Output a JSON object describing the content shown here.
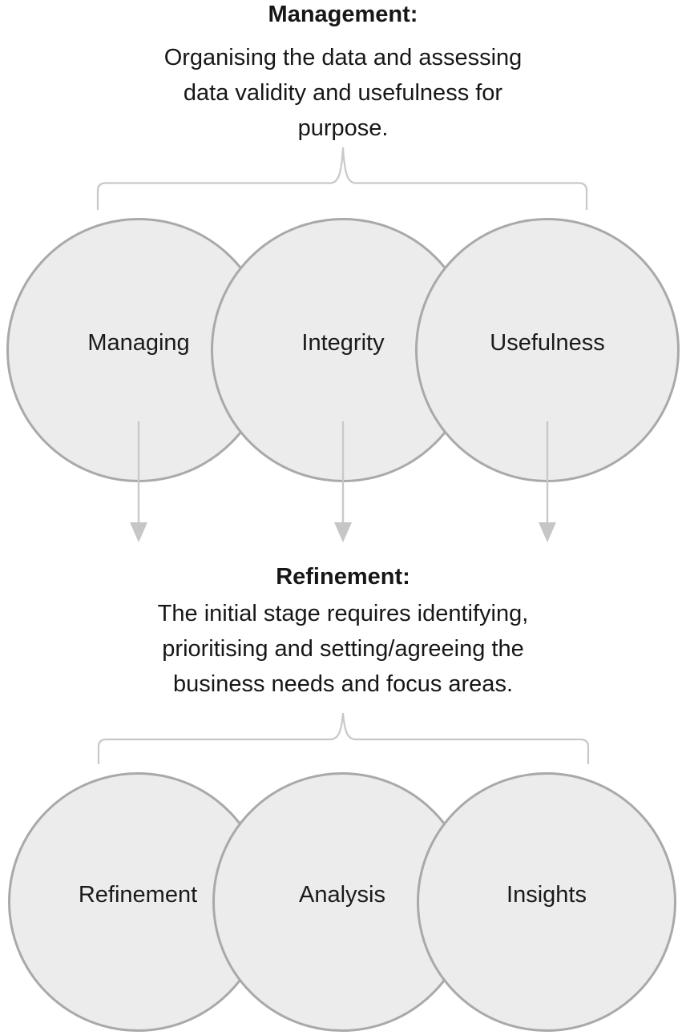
{
  "sections": [
    {
      "title": "Management:",
      "description_lines": [
        "Organising the data and assessing",
        "data validity and usefulness for",
        "purpose."
      ],
      "circles": [
        {
          "label": "Managing"
        },
        {
          "label": "Integrity"
        },
        {
          "label": "Usefulness"
        }
      ],
      "has_arrows": true
    },
    {
      "title": "Refinement:",
      "description_lines": [
        "The initial stage requires identifying,",
        "prioritising and setting/agreeing the",
        "business needs and focus areas."
      ],
      "circles": [
        {
          "label": "Refinement"
        },
        {
          "label": "Analysis"
        },
        {
          "label": "Insights"
        }
      ],
      "has_arrows": false
    }
  ],
  "icons": {
    "brace": "curly-brace-up",
    "arrow": "down-arrow"
  },
  "colors": {
    "background": "#ffffff",
    "circle_fill": "#ececec",
    "circle_border": "#a9a9a9",
    "connector": "#c8c8c8",
    "text": "#1a1a1a"
  }
}
